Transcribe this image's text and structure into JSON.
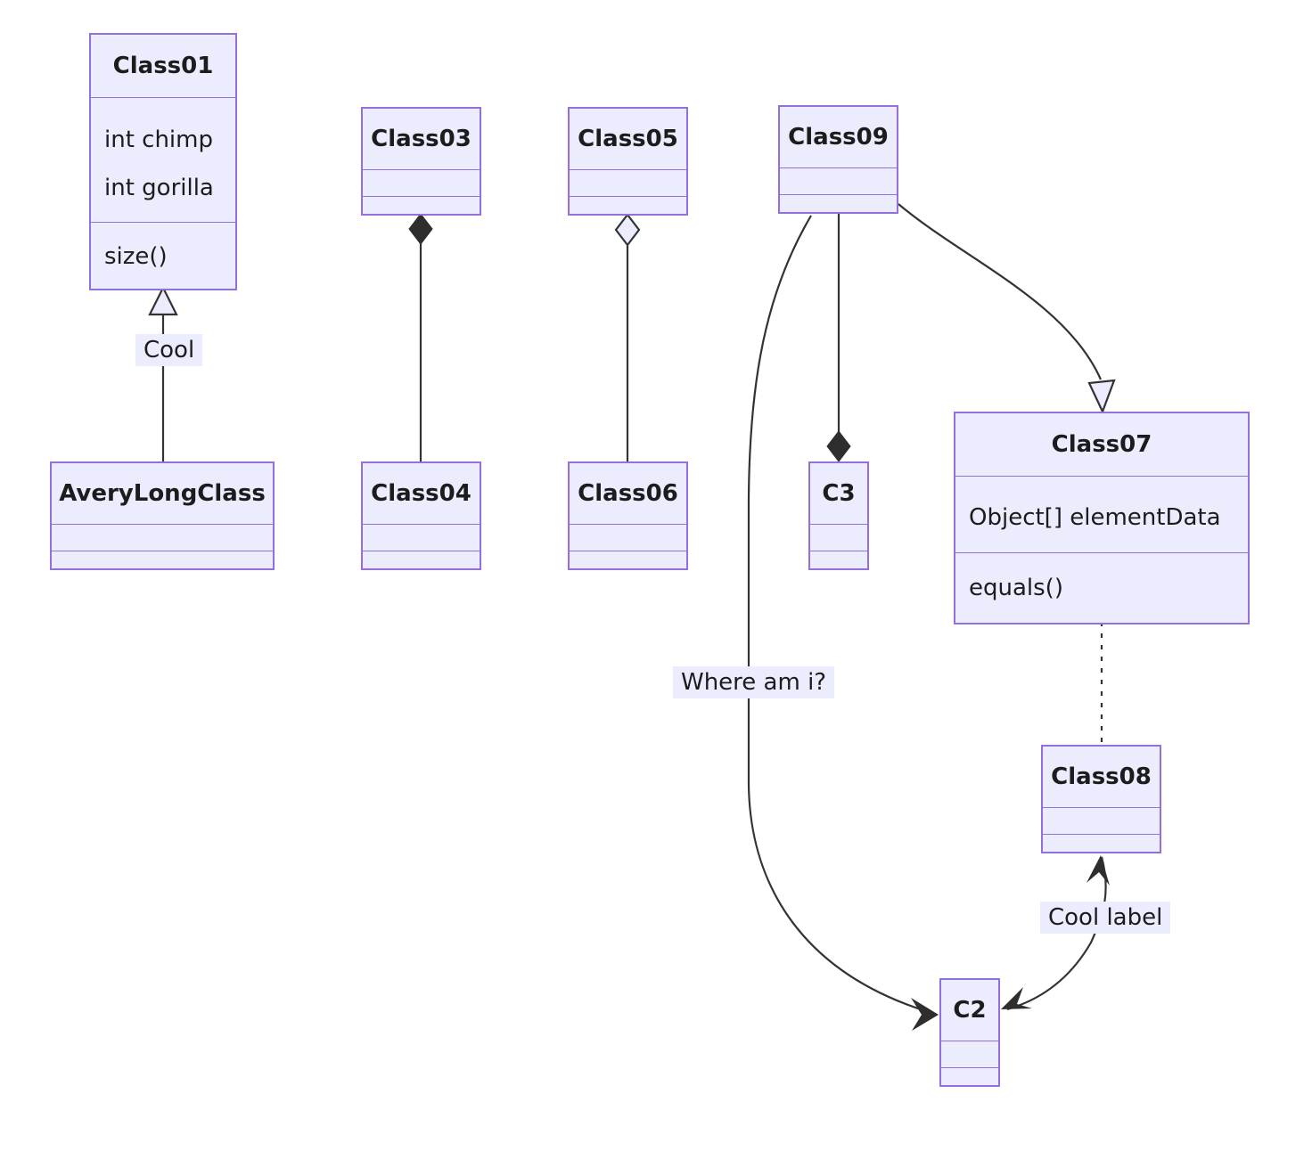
{
  "diagram": {
    "type": "uml-class-diagram",
    "colors": {
      "node_fill": "#ECECFF",
      "node_border": "#9370DB",
      "edge_line": "#333333",
      "label_background": "#ECECFF",
      "text": "#1c1c1c"
    },
    "classes": [
      {
        "id": "class01",
        "title": "Class01",
        "attributes": [
          "int chimp",
          "int gorilla"
        ],
        "methods": [
          "size()"
        ]
      },
      {
        "id": "averylongclass",
        "title": "AveryLongClass",
        "attributes": [],
        "methods": []
      },
      {
        "id": "class03",
        "title": "Class03",
        "attributes": [],
        "methods": []
      },
      {
        "id": "class04",
        "title": "Class04",
        "attributes": [],
        "methods": []
      },
      {
        "id": "class05",
        "title": "Class05",
        "attributes": [],
        "methods": []
      },
      {
        "id": "class06",
        "title": "Class06",
        "attributes": [],
        "methods": []
      },
      {
        "id": "class09",
        "title": "Class09",
        "attributes": [],
        "methods": []
      },
      {
        "id": "c3",
        "title": "C3",
        "attributes": [],
        "methods": []
      },
      {
        "id": "class07",
        "title": "Class07",
        "attributes": [
          "Object[] elementData"
        ],
        "methods": [
          "equals()"
        ]
      },
      {
        "id": "class08",
        "title": "Class08",
        "attributes": [],
        "methods": []
      },
      {
        "id": "c2",
        "title": "C2",
        "attributes": [],
        "methods": []
      }
    ],
    "edges": [
      {
        "from": "AveryLongClass",
        "to": "Class01",
        "type": "inheritance",
        "marker": "hollow-triangle",
        "label": "Cool"
      },
      {
        "from": "Class03",
        "to": "Class04",
        "type": "composition",
        "marker": "filled-diamond"
      },
      {
        "from": "Class05",
        "to": "Class06",
        "type": "aggregation",
        "marker": "hollow-diamond"
      },
      {
        "from": "Class09",
        "to": "C3",
        "type": "composition",
        "marker": "filled-diamond"
      },
      {
        "from": "Class09",
        "to": "Class07",
        "type": "inheritance",
        "marker": "hollow-triangle"
      },
      {
        "from": "Class07",
        "to": "Class08",
        "type": "dashed-link",
        "marker": "none"
      },
      {
        "from": "Class09",
        "to": "C2",
        "type": "association",
        "marker": "arrow",
        "label": "Where am i?"
      },
      {
        "from": "Class08",
        "to": "C2",
        "type": "bidirectional-association",
        "marker": "arrow-both",
        "label": "Cool label"
      }
    ]
  }
}
